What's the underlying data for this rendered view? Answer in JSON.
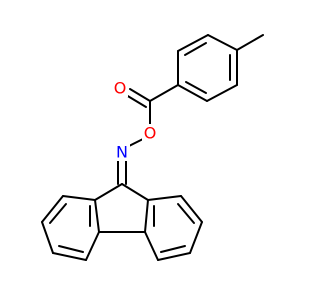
{
  "molecule": {
    "atoms": {
      "oxygen_carbonyl": {
        "symbol": "O",
        "color": "#ff0000"
      },
      "oxygen_ester": {
        "symbol": "O",
        "color": "#ff0000"
      },
      "nitrogen_oxime": {
        "symbol": "N",
        "color": "#0000ff"
      }
    },
    "bond_color": "#000000"
  }
}
